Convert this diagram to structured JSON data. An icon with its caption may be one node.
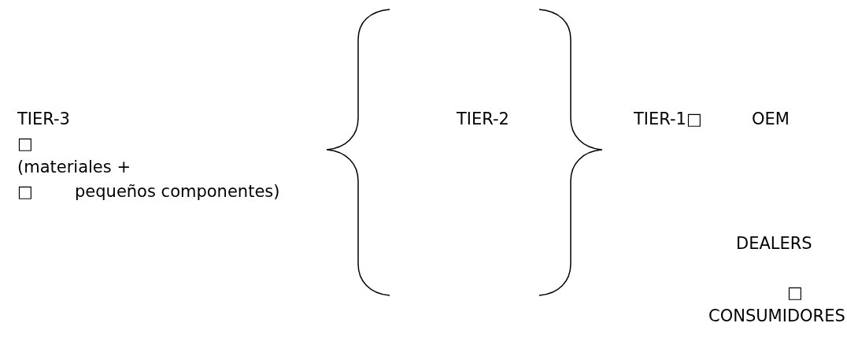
{
  "diagram": {
    "labels": [
      "TIER-3",
      "□",
      "(materiales +",
      "□",
      "pequeños componentes)",
      "TIER-2",
      "TIER-1□",
      "OEM",
      "DEALERS",
      "□",
      "CONSUMIDORES"
    ]
  }
}
